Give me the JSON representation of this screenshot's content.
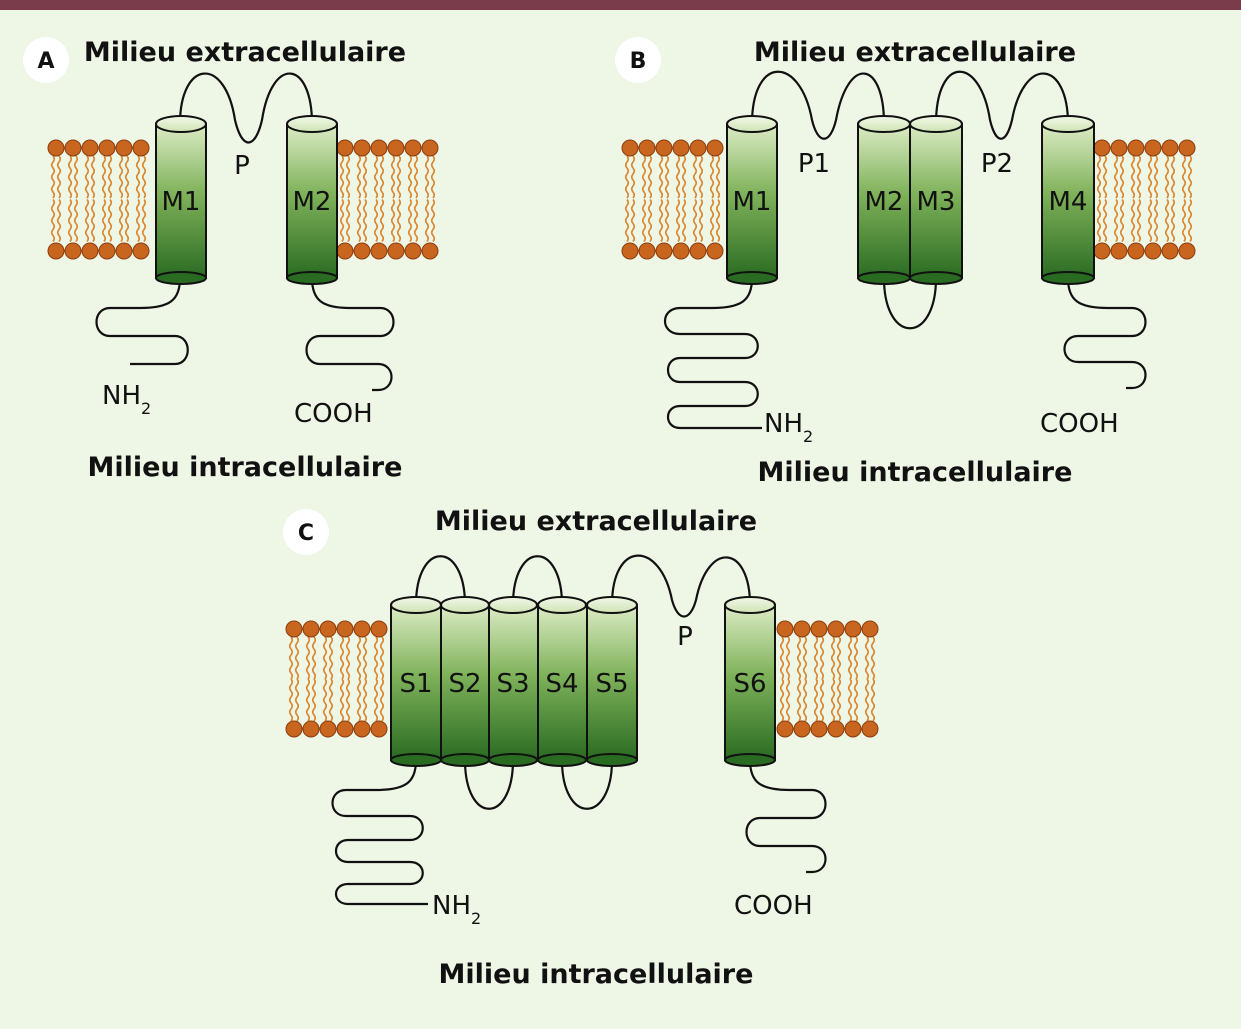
{
  "panels": {
    "A": {
      "badge": "A",
      "top_label": "Milieu extracellulaire",
      "bottom_label": "Milieu intracellulaire",
      "segments": [
        "M1",
        "M2"
      ],
      "pore_labels": [
        "P"
      ],
      "n_terminus": "NH",
      "n_terminus_sub": "2",
      "c_terminus": "COOH"
    },
    "B": {
      "badge": "B",
      "top_label": "Milieu extracellulaire",
      "bottom_label": "Milieu intracellulaire",
      "segments": [
        "M1",
        "M2",
        "M3",
        "M4"
      ],
      "pore_labels": [
        "P1",
        "P2"
      ],
      "n_terminus": "NH",
      "n_terminus_sub": "2",
      "c_terminus": "COOH"
    },
    "C": {
      "badge": "C",
      "top_label": "Milieu extracellulaire",
      "bottom_label": "Milieu intracellulaire",
      "segments": [
        "S1",
        "S2",
        "S3",
        "S4",
        "S5",
        "S6"
      ],
      "pore_labels": [
        "P"
      ],
      "n_terminus": "NH",
      "n_terminus_sub": "2",
      "c_terminus": "COOH"
    }
  },
  "colors": {
    "background": "#eef6e6",
    "top_bar": "#7a3b4a",
    "lipid_head": "#c8651e",
    "lipid_tail": "#d9862e",
    "helix_light": "#ddecc6",
    "helix_dark": "#2a6b22"
  }
}
